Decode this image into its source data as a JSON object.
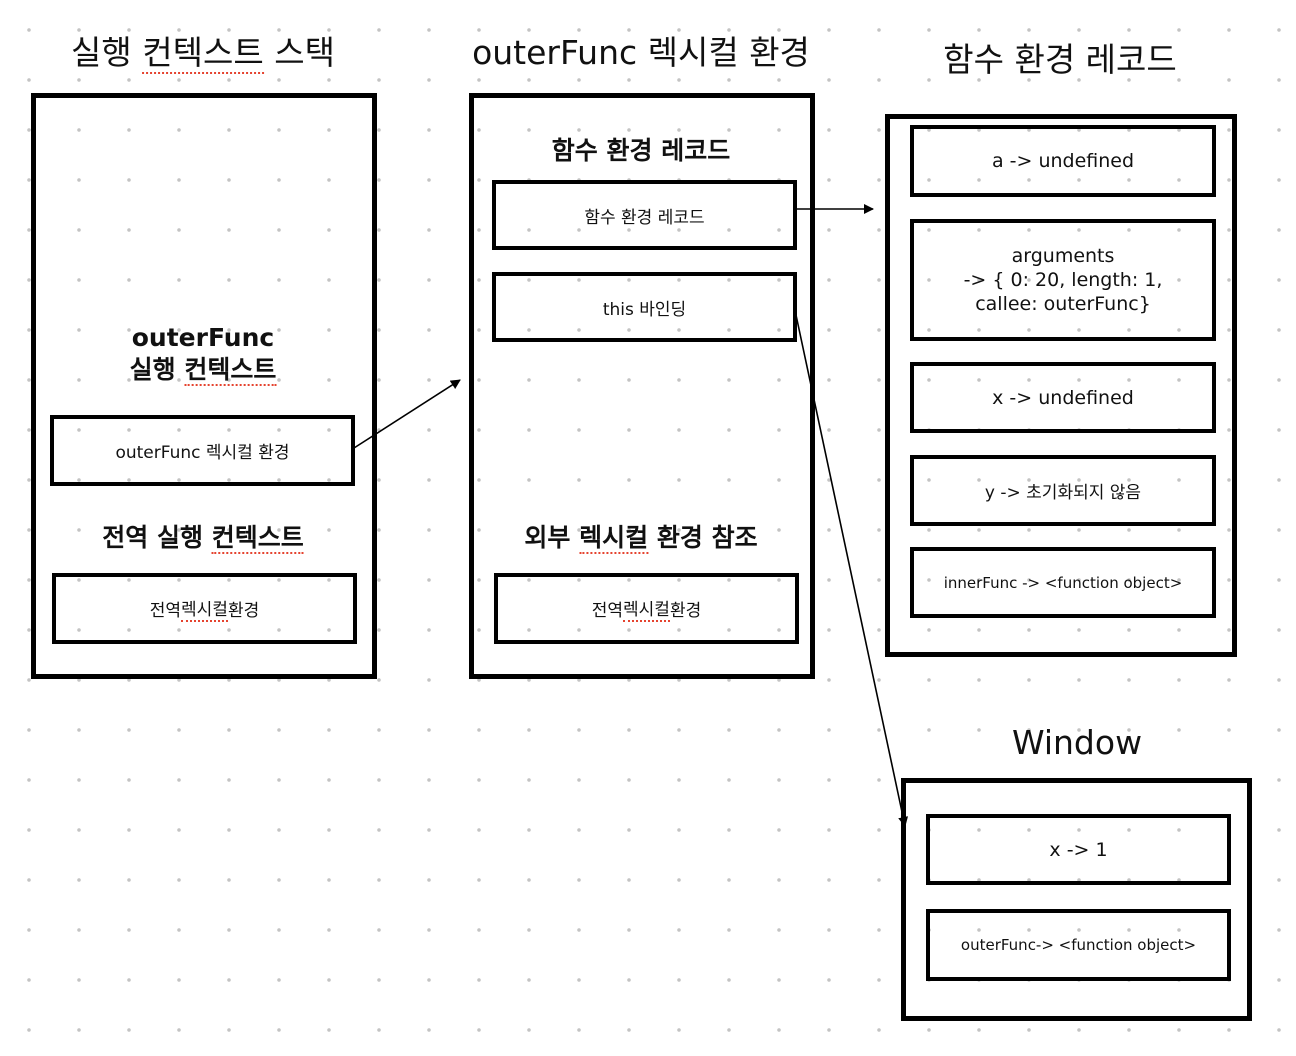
{
  "titles": {
    "stack": [
      "실행 ",
      "컨텍스트",
      " 스택"
    ],
    "lexical": "outerFunc 렉시컬 환경",
    "record": "함수 환경 레코드",
    "window": "Window"
  },
  "stack": {
    "outer_ctx_line1": "outerFunc",
    "outer_ctx_line2": [
      "실행 ",
      "컨텍스트"
    ],
    "outer_lex_env": "outerFunc 렉시컬 환경",
    "global_ctx": [
      "전역 실행 ",
      "컨텍스트"
    ],
    "global_lex_env": [
      "전역 ",
      "렉시컬",
      " 환경"
    ]
  },
  "lexical": {
    "record_heading": "함수 환경 레코드",
    "record_box": "함수 환경 레코드",
    "this_binding": "this 바인딩",
    "outer_ref_heading": [
      "외부 ",
      "렉시컬",
      " 환경 참조"
    ],
    "outer_ref_box": [
      "전역 ",
      "렉시컬",
      " 환경"
    ]
  },
  "record": {
    "items": [
      "a -> undefined",
      "arguments\n-> { 0: 20, length: 1,\ncallee: outerFunc}",
      "x -> undefined",
      "y -> 초기화되지 않음",
      "innerFunc -> <function object>"
    ]
  },
  "window": {
    "items": [
      "x -> 1",
      "outerFunc-> <function object>"
    ]
  }
}
